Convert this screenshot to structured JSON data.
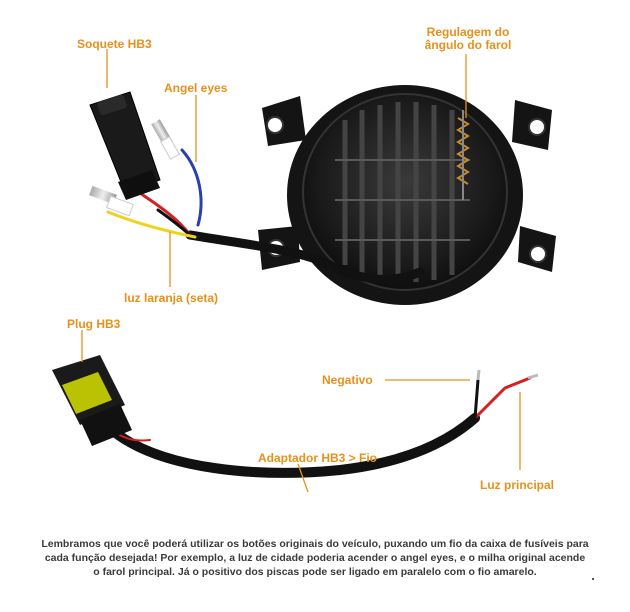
{
  "labels": {
    "soquete_hb3": "Soquete HB3",
    "angel_eyes": "Angel eyes",
    "regulagem_line1": "Regulagem  do",
    "regulagem_line2": "ângulo do farol",
    "luz_laranja": "luz laranja (seta)",
    "plug_hb3": "Plug HB3",
    "negativo": "Negativo",
    "adaptador": "Adaptador HB3 > Fio",
    "luz_principal": "Luz principal"
  },
  "caption": {
    "line1": "Lembramos que você poderá utilizar os botões originais do veículo, puxando um fio da caixa de fusíveis para",
    "line2": "cada função desejada! Por exemplo, a luz de cidade poderia acender o angel eyes, e o milha original acende",
    "line3": "o farol principal. Já o positivo dos piscas pode ser ligado em paralelo com o fio amarelo."
  },
  "colors": {
    "accent": "#e8901a",
    "housing": "#151515",
    "wire_red": "#d42020",
    "wire_blue": "#2a3fb0",
    "wire_yellow": "#f0d21a",
    "connector_yellow": "#d8e000"
  }
}
